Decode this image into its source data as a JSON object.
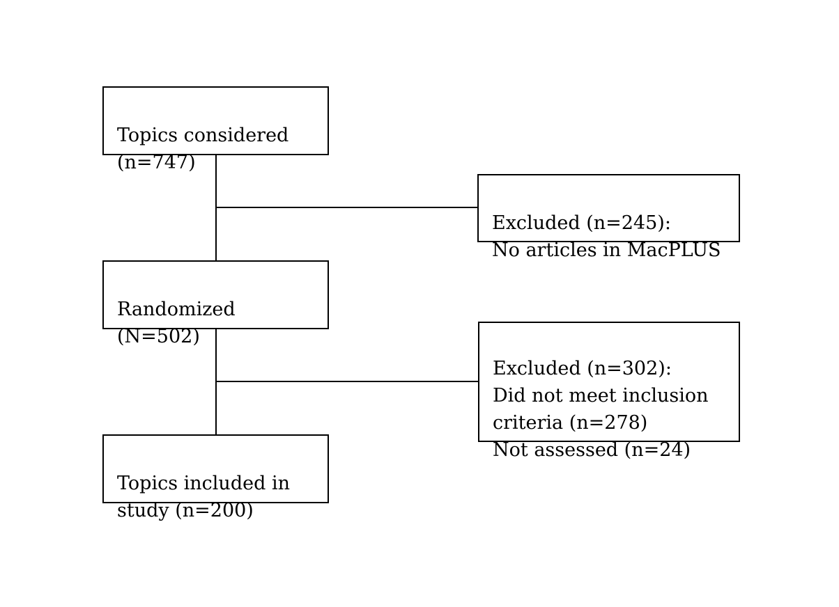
{
  "diagram": {
    "title": "Study topic selection flow diagram",
    "colors": {
      "border": "#000000",
      "text": "#000000",
      "background": "#ffffff"
    },
    "nodes": [
      {
        "id": "topics-considered",
        "text": "Topics considered\n(n=747)",
        "count": 747
      },
      {
        "id": "excluded-no-articles",
        "text": "Excluded (n=245):\nNo articles in MacPLUS",
        "count": 245
      },
      {
        "id": "randomized",
        "text": "Randomized\n(N=502)",
        "count": 502
      },
      {
        "id": "excluded-criteria",
        "text": "Excluded (n=302):\nDid not meet inclusion\ncriteria (n=278)\nNot assessed (n=24)",
        "count": 302
      },
      {
        "id": "topics-included",
        "text": "Topics included in\nstudy (n=200)",
        "count": 200
      }
    ],
    "edges": [
      {
        "from": "topics-considered",
        "to": "randomized"
      },
      {
        "from": "topics-considered",
        "to": "excluded-no-articles"
      },
      {
        "from": "randomized",
        "to": "topics-included"
      },
      {
        "from": "randomized",
        "to": "excluded-criteria"
      }
    ]
  }
}
